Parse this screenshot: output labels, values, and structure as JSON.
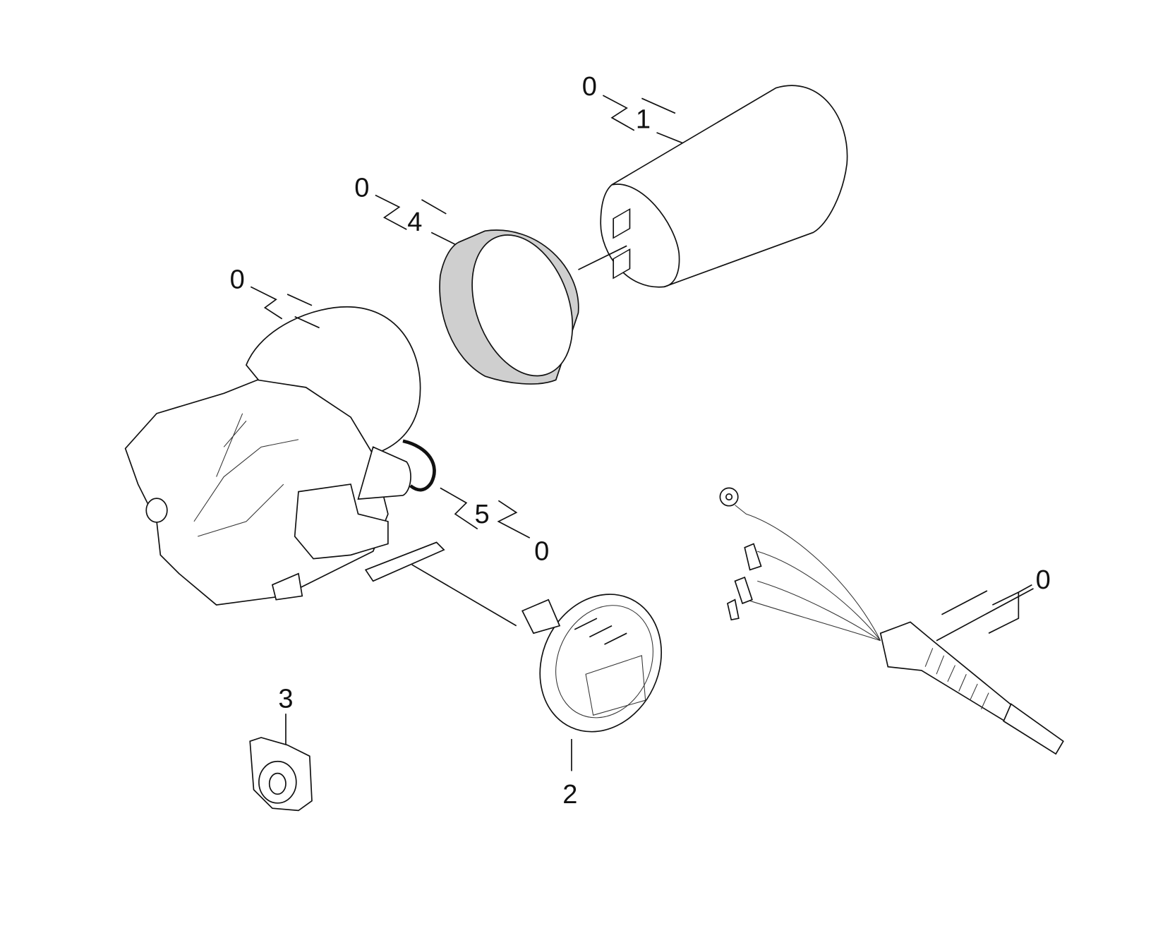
{
  "callouts": {
    "capacitor_group": "0",
    "capacitor_item": "1",
    "sleeve_group": "0",
    "sleeve_item": "4",
    "motor_group": "0",
    "hose_item": "5",
    "hose_group": "0",
    "cable_group": "0",
    "clip_item": "3",
    "switch_item": "2"
  },
  "colors": {
    "line": "#111111",
    "sleeve_fill": "#cfcfcf",
    "background": "#ffffff"
  }
}
